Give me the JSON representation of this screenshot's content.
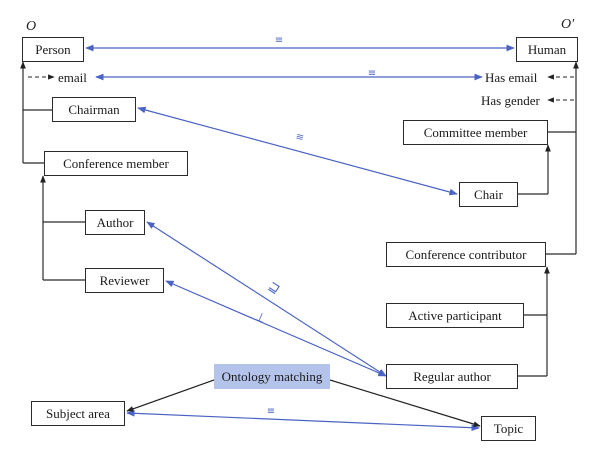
{
  "ontologies": {
    "left": "O",
    "right": "O′"
  },
  "nodes": {
    "person": "Person",
    "human": "Human",
    "chairman": "Chairman",
    "conference_member": "Conference member",
    "author": "Author",
    "reviewer": "Reviewer",
    "committee_member": "Committee member",
    "chair": "Chair",
    "conference_contributor": "Conference contributor",
    "active_participant": "Active participant",
    "regular_author": "Regular author",
    "ontology_matching": "Ontology matching",
    "subject_area": "Subject area",
    "topic": "Topic"
  },
  "properties": {
    "email": "email",
    "has_email": "Has email",
    "has_gender": "Has gender"
  },
  "relations": {
    "person_human": "≡",
    "email_has_email": "≡",
    "chairman_chair": "≡",
    "author_regular_author": "⊒",
    "reviewer_regular_author": "⊥",
    "subject_area_topic": "≡"
  },
  "colors": {
    "match_line": "#4a63c4",
    "hierarchy_line": "#2b2b2b",
    "central_fill": "#b4c3ea"
  }
}
